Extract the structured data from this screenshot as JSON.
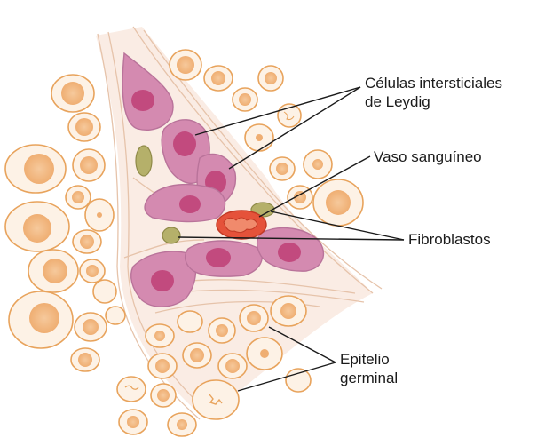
{
  "labels": {
    "leydig": {
      "line1": "Células intersticiales",
      "line2": "de Leydig"
    },
    "vaso": "Vaso sanguíneo",
    "fibroblastos": "Fibroblastos",
    "epitelio": {
      "line1": "Epitelio",
      "line2": "germinal"
    }
  },
  "colors": {
    "cell_outline": "#e8a35c",
    "cell_fill": "#fdf2e6",
    "nucleus_fill": "#f4c08e",
    "leydig_fill": "#d48ab0",
    "leydig_nucleus": "#c24a7e",
    "fibroblast_fill": "#b5b06a",
    "vessel_outer": "#e5523a",
    "vessel_inner": "#f08a6c",
    "connective_fiber": "#e6c3aa",
    "leader_line": "#1b1b1b"
  }
}
